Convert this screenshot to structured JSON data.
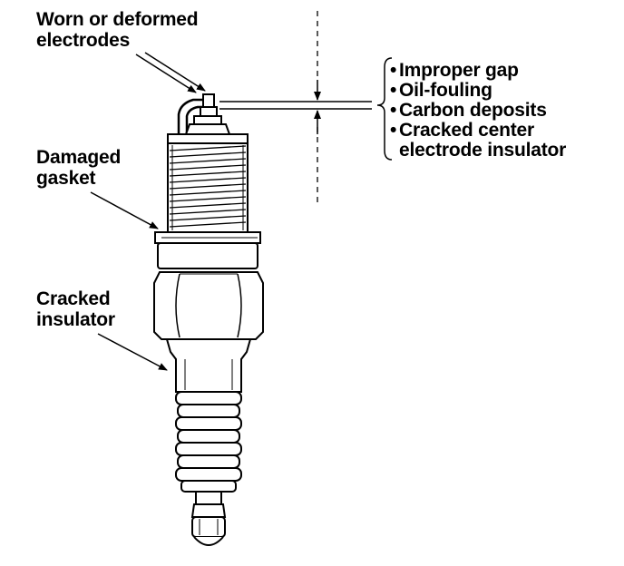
{
  "labels": {
    "electrodes_line1": "Worn or deformed",
    "electrodes_line2": "electrodes",
    "gasket_line1": "Damaged",
    "gasket_line2": "gasket",
    "insulator_line1": "Cracked",
    "insulator_line2": "insulator"
  },
  "conditions": [
    "Improper gap",
    "Oil-fouling",
    "Carbon deposits",
    "Cracked center"
  ],
  "conditions_continuation": "electrode insulator",
  "colors": {
    "ink": "#000000",
    "paper": "#ffffff"
  }
}
